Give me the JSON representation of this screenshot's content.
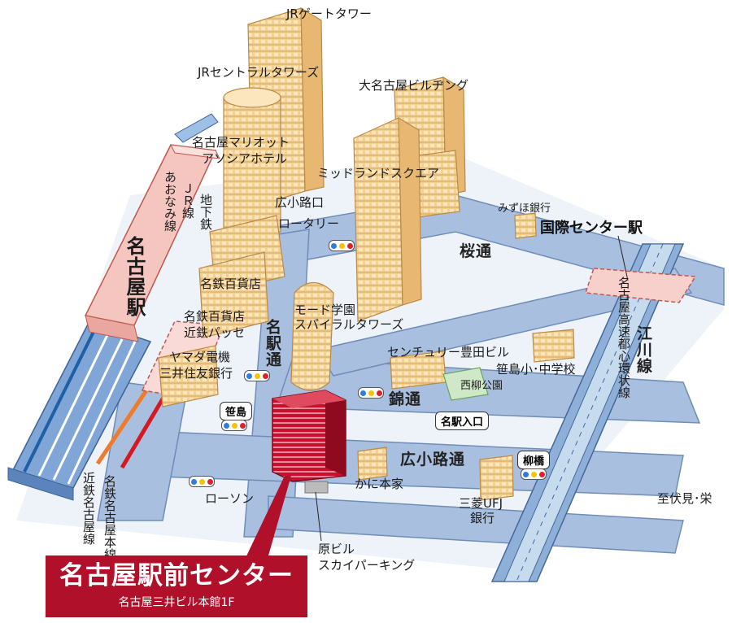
{
  "buildings": {
    "jr_gate_tower": "JRゲートタワー",
    "jr_central_towers": "JRセントラルタワーズ",
    "dai_nagoya": "大名古屋ビルヂング",
    "marriott_1": "名古屋マリオット",
    "marriott_2": "アソシアホテル",
    "midland": "ミッドランドスクエア",
    "hirokoji_rotary_1": "広小路口",
    "hirokoji_rotary_2": "ロータリー",
    "mizuho": "みずほ銀行",
    "meitetsu_dept_1": "名鉄百貨店",
    "meitetsu_dept_2": "名鉄百貨店",
    "kintetsu_passe": "近鉄パッセ",
    "yamada": "ヤマダ電機",
    "mitsui_sumitomo": "三井住友銀行",
    "mode_gakuen_1": "モード学園",
    "mode_gakuen_2": "スパイラルタワーズ",
    "century_toyota": "センチュリー豊田ビル",
    "sasashima_school": "笹島小･中学校",
    "nishiyanagi_park": "西柳公園",
    "mei_eki_iriguchi": "名駅入口",
    "kani_honke": "かに本家",
    "mufg_1": "三菱UFJ",
    "mufg_2": "銀行",
    "lawson": "ローソン",
    "hara_bldg_1": "原ビル",
    "hara_bldg_2": "スカイパーキング"
  },
  "stations": {
    "nagoya_station": "名古屋駅",
    "subway_line": "地下鉄",
    "jr_line": "ＪＲ線",
    "aonami_line": "あおなみ線",
    "kokusai_center": "国際センター駅"
  },
  "roads": {
    "sakura_dori": "桜通",
    "meieki_dori": "名駅通",
    "nishiki_dori": "錦通",
    "hirokoji_dori": "広小路通",
    "edogawa_line": "江川線",
    "expressway": "名古屋高速都心環状線"
  },
  "rail": {
    "kintetsu_nagoya": "近鉄名古屋線",
    "meitetsu_main": "名鉄名古屋本線"
  },
  "intersections": {
    "sasashima": "笹島",
    "yanagibashi": "柳橋"
  },
  "direction": {
    "fushimi_sakae": "至伏見･栄"
  },
  "destination": {
    "title": "名古屋駅前センター",
    "subtitle": "名古屋三井ビル本館1F"
  },
  "colors": {
    "road": "#a9bfe0",
    "road_edge": "#6f8db8",
    "building": "#f3cf92",
    "building_edge": "#b98a45",
    "station_building": "#f5c6c0",
    "target_building": "#c8102e",
    "accent": "#b0102a",
    "park": "#cfe8c8"
  }
}
